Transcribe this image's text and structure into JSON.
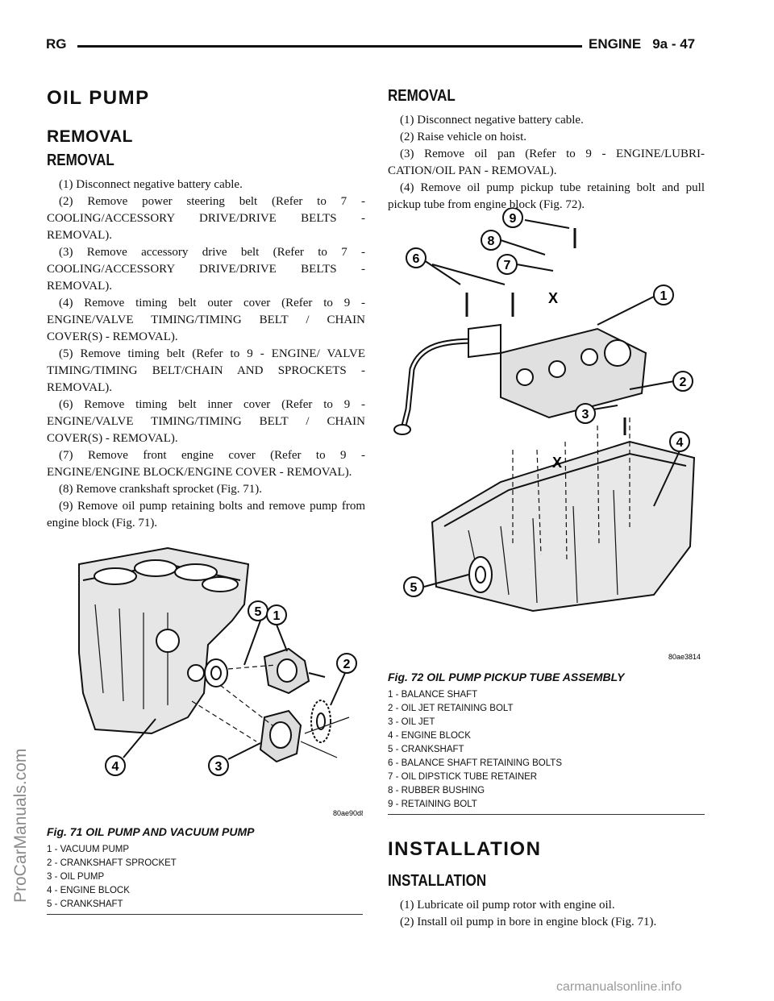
{
  "header": {
    "left": "RG",
    "section": "ENGINE",
    "page": "9a - 47"
  },
  "left_column": {
    "title": "OIL PUMP",
    "subtitle": "REMOVAL",
    "sub_subtitle": "REMOVAL",
    "steps": [
      "(1) Disconnect negative battery cable.",
      "(2) Remove power steering belt (Refer to 7 - COOLING/ACCESSORY DRIVE/DRIVE BELTS - REMOVAL).",
      "(3) Remove accessory drive belt (Refer to 7 - COOLING/ACCESSORY DRIVE/DRIVE BELTS - REMOVAL).",
      "(4) Remove timing belt outer cover (Refer to 9 - ENGINE/VALVE TIMING/TIMING BELT / CHAIN COVER(S) - REMOVAL).",
      "(5) Remove timing belt (Refer to 9 - ENGINE/ VALVE TIMING/TIMING BELT/CHAIN AND SPROCKETS - REMOVAL).",
      "(6) Remove timing belt inner cover (Refer to 9 - ENGINE/VALVE TIMING/TIMING BELT / CHAIN COVER(S) - REMOVAL).",
      "(7) Remove front engine cover (Refer to 9 - ENGINE/ENGINE BLOCK/ENGINE COVER - REMOVAL).",
      "(8) Remove crankshaft sprocket (Fig. 71).",
      "(9) Remove oil pump retaining bolts and remove pump from engine block (Fig. 71)."
    ]
  },
  "right_column": {
    "sub_subtitle": "REMOVAL",
    "steps": [
      "(1) Disconnect negative battery cable.",
      "(2) Raise vehicle on hoist.",
      "(3) Remove oil pan (Refer to 9 - ENGINE/LUBRI-CATION/OIL PAN - REMOVAL).",
      "(4) Remove oil pump pickup tube retaining bolt and pull pickup tube from engine block (Fig. 72)."
    ],
    "install_title": "INSTALLATION",
    "install_subtitle": "INSTALLATION",
    "install_steps": [
      "(1) Lubricate oil pump rotor with engine oil.",
      "(2) Install oil pump in bore in engine block (Fig. 71)."
    ]
  },
  "fig71": {
    "code": "80ae90d8",
    "title": "Fig. 71 OIL PUMP AND VACUUM PUMP",
    "callouts": [
      "5",
      "1",
      "2",
      "4",
      "3"
    ],
    "legend": [
      "1 - VACUUM PUMP",
      "2 - CRANKSHAFT SPROCKET",
      "3 - OIL PUMP",
      "4 - ENGINE BLOCK",
      "5 - CRANKSHAFT"
    ]
  },
  "fig72": {
    "code": "80ae3814",
    "title": "Fig. 72 OIL PUMP PICKUP TUBE ASSEMBLY",
    "callouts": [
      "9",
      "8",
      "6",
      "7",
      "1",
      "2",
      "3",
      "4",
      "5"
    ],
    "marks": [
      "X",
      "X"
    ],
    "legend": [
      "1 - BALANCE SHAFT",
      "2 - OIL JET RETAINING BOLT",
      "3 - OIL JET",
      "4 - ENGINE BLOCK",
      "5 - CRANKSHAFT",
      "6 - BALANCE SHAFT RETAINING BOLTS",
      "7 - OIL DIPSTICK TUBE RETAINER",
      "8 - RUBBER BUSHING",
      "9 - RETAINING BOLT"
    ]
  },
  "watermarks": {
    "side": "ProCarManuals.com",
    "bottom": "carmanualsonline.info"
  }
}
